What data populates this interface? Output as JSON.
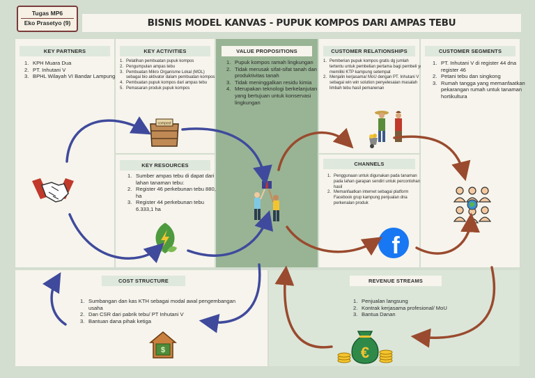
{
  "tag": {
    "line1": "Tugas MP6",
    "line2": "Eko Prasetyo (9)"
  },
  "title": "BISNIS MODEL KANVAS - PUPUK KOMPOS DARI AMPAS TEBU",
  "key_partners": {
    "header": "KEY PARTNERS",
    "items": [
      "KPH Muara Dua",
      "PT. Inhutani V",
      "BPHL Wilayah VI Bandar Lampung"
    ]
  },
  "key_activities": {
    "header": "KEY ACTIVITIES",
    "items": [
      "Pelatihan pembuatan pupuk kompos",
      "Pengumpulan ampas tebu",
      "Pembuatan Mikro Organisme Lokal (MOL) sebagai bio aktivator dalam pembuatan kompos",
      "Pembuatan pupuk kompos dari ampas tebu",
      "Pemasaran produk pupuk kompos"
    ]
  },
  "value_propositions": {
    "header": "VALUE PROPOSITIONS",
    "items": [
      "Pupuk kompos ramah lingkungan",
      "Tidak merusak sifat-sifat tanah dan produktivitas tanah",
      "Tidak meninggalkan residu kimia",
      "Merupakan teknologi berkelanjutan yang bertujuan untuk konservasi lingkungan"
    ]
  },
  "customer_relationships": {
    "header": "CUSTOMER RELATIONSHIPS",
    "items": [
      "Pemberian pupuk kompos gratis dg jumlah tertentu untuk pembelian pertama bagi pembeli yg memiliki KTP kampung setempat",
      "Menjalin kerjasama/ MoU dengan PT. Inhutani V sebagai win win solution penyelesaian masalah limbah tebu hasil pemanenan"
    ]
  },
  "customer_segments": {
    "header": "CUSTOMER SEGMENTS",
    "items": [
      "PT. Inhutani V di register 44 dna register 46",
      "Petani tebu dan singkong",
      "Rumah tangga yang memanfaatkan pekarangan rumah untuk tanaman hortikultura"
    ]
  },
  "key_resources": {
    "header": "KEY RESOURCES",
    "items": [
      "Sumber ampas tebu di dapat dari lahan tanaman tebu:",
      "Register 46 perkebunan tebu 880,9 ha",
      "Register 44 perkebunan tebu 6.333,1 ha"
    ]
  },
  "channels": {
    "header": "CHANNELS",
    "items": [
      "Penggunaan untuk digunakan pada tanaman pada lahan garapan sendiri untuk percontohan hasil",
      "Memanfaatkan internet sebagai platform Facebook grup kampung penjualan dna perkenalan produk"
    ]
  },
  "cost_structure": {
    "header": "COST STRUCTURE",
    "items": [
      "Sumbangan dan kas KTH sebagai modal awal pengembangan usaha",
      "Dan CSR dari pabrik tebu/ PT Inhutani V",
      "Bantuan dana pihak ketiga"
    ]
  },
  "revenue_streams": {
    "header": "REVENUE STREAMS",
    "items": [
      "Penjualan langsung",
      "Kontrak kerjasama profesional/ MoU",
      "Bantua Danan"
    ]
  },
  "icons": {
    "crate_label": "compost",
    "facebook_glyph": "f",
    "money_glyph": "€"
  },
  "colors": {
    "background": "#d3ddd0",
    "panel": "#f6f4ec",
    "value_panel": "#98b494",
    "blue_arrow": "#3f4a9c",
    "brown_arrow": "#9a4a2e"
  }
}
